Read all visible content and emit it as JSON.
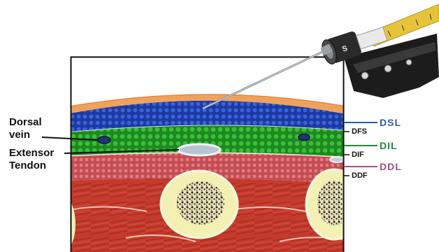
{
  "left_labels": {
    "dorsal_vein": [
      "Dorsal",
      "vein"
    ],
    "extensor_tendon": [
      "Extensor",
      "Tendon"
    ]
  },
  "right_labels": {
    "dsl": "DSL",
    "dfs": "DFS",
    "dil": "DIL",
    "dif": "DIF",
    "ddl": "DDL",
    "ddf": "DDF"
  },
  "colors": {
    "dsl": "#2a5d9c",
    "dil": "#1f8a3a",
    "ddl": "#a0507e",
    "subcutaneous": "#1b3fae",
    "fat": "#2fae34",
    "connective": "#d7656a",
    "muscle": "#c63c2e",
    "skin": "#f0a25c",
    "bone": "#f3f0b4"
  },
  "icons": {
    "syringe": "syringe-icon"
  }
}
